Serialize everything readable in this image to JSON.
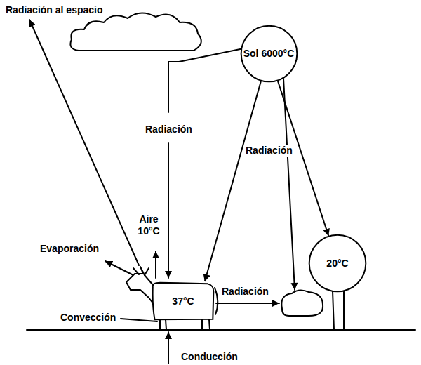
{
  "diagram": {
    "nodes": [
      {
        "text": [
          "Sol 6000°C"
        ]
      },
      {
        "text": [
          "37°C"
        ]
      },
      {
        "text": [
          "20°C"
        ]
      }
    ],
    "edges": [
      {
        "from": 0,
        "to": 1,
        "arrow": "to"
      },
      {
        "from": 0,
        "to": 2,
        "arrow": "to"
      }
    ],
    "labels": [
      "Radiación al espacio",
      "Radiación",
      "Radiación",
      "Aire 10°C",
      "Evaporación",
      "Convección",
      "Radiación",
      "Conducción"
    ]
  }
}
